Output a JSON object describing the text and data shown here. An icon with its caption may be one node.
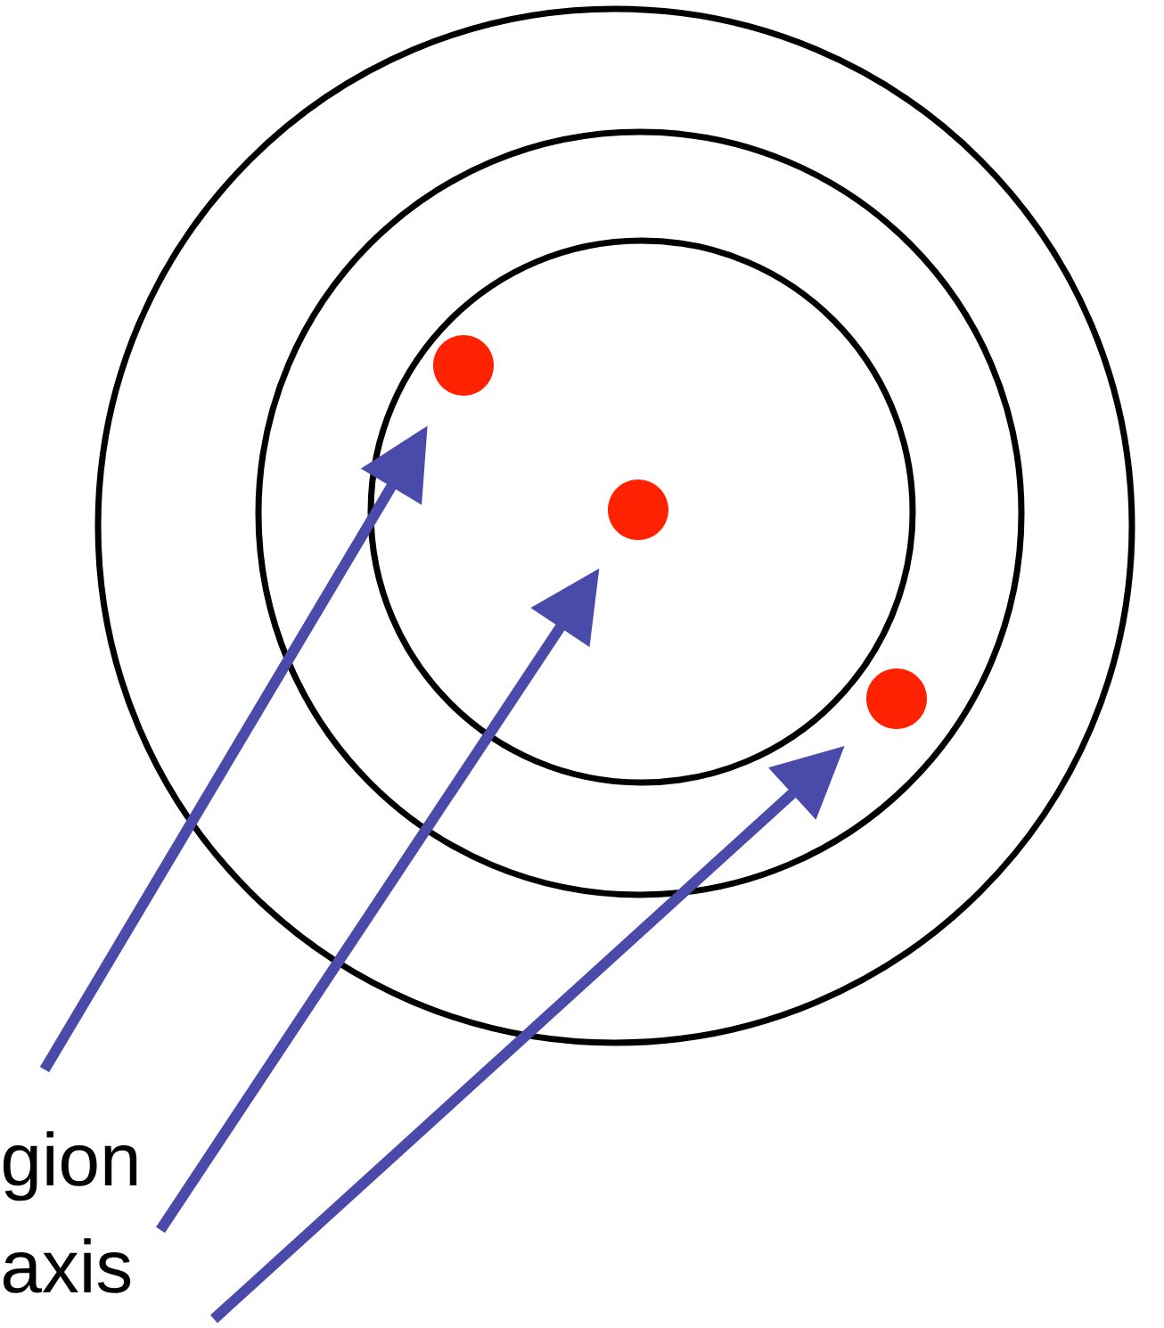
{
  "diagram": {
    "nodes": [
      {
        "text": [],
        "shape": "circle"
      },
      {
        "text": [],
        "shape": "circle"
      },
      {
        "text": [],
        "shape": "circle"
      }
    ],
    "edges": [
      {
        "from": null,
        "to": 0,
        "arrow": "to"
      },
      {
        "from": null,
        "to": 1,
        "arrow": "to"
      },
      {
        "from": null,
        "to": 2,
        "arrow": "to"
      }
    ],
    "labels": [
      "gion",
      "axis"
    ]
  }
}
